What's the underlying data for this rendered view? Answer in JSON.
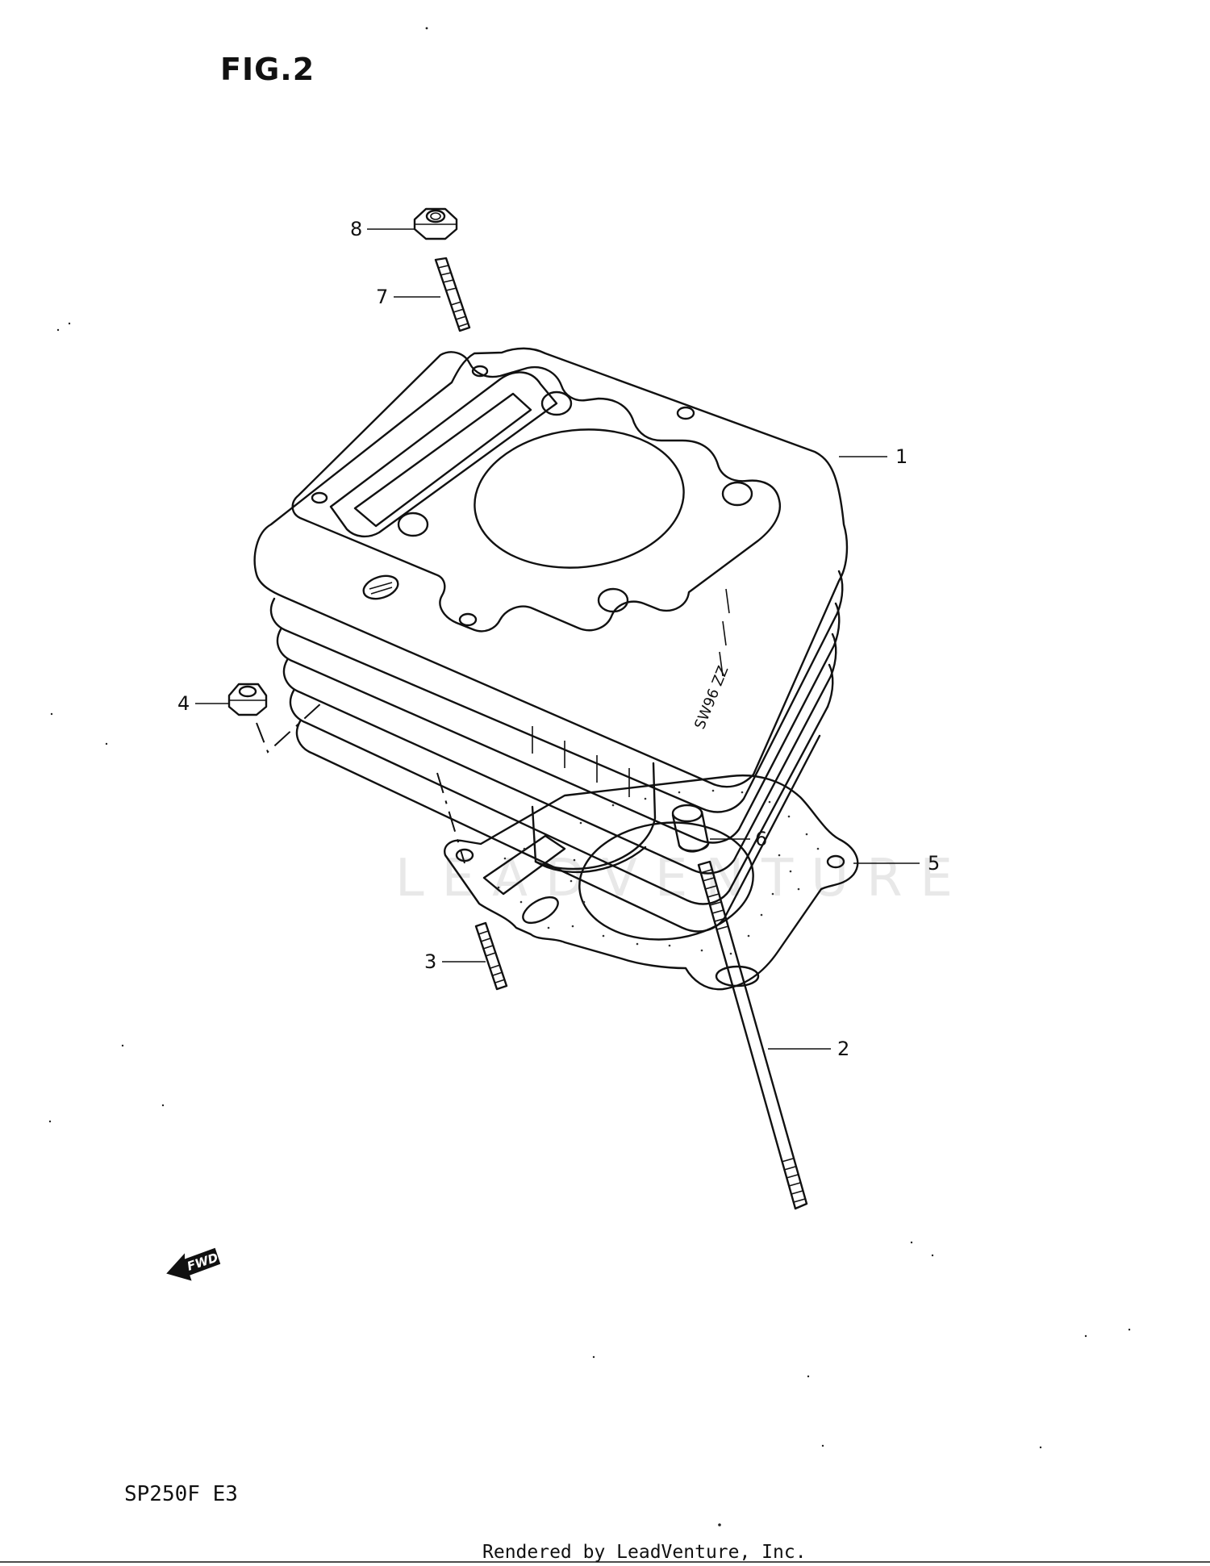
{
  "figure": {
    "title": "FIG.2",
    "model_code": "SP250F  E3",
    "watermark": "LEADVENTURE",
    "fwd_label": "FWD",
    "footer": "Rendered by LeadVenture, Inc."
  },
  "callouts": {
    "c1": "1",
    "c2": "2",
    "c3": "3",
    "c4": "4",
    "c5": "5",
    "c6": "6",
    "c7": "7",
    "c8": "8"
  },
  "cylinder_marking": "SW96 ZZ"
}
